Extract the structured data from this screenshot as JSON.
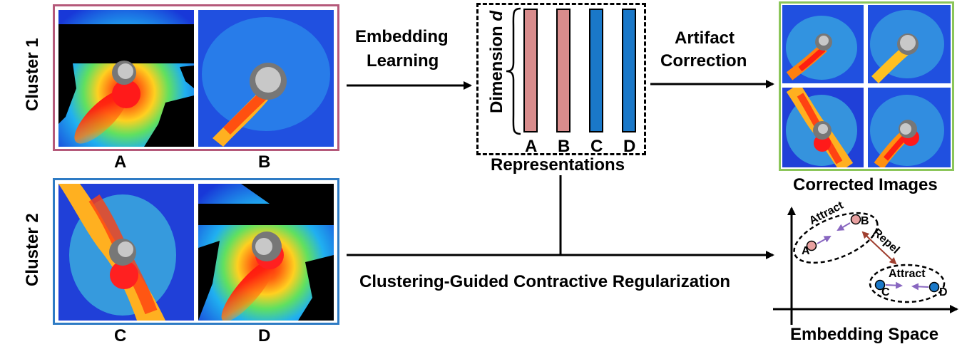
{
  "cluster1": {
    "label": "Cluster 1",
    "images": [
      "A",
      "B"
    ]
  },
  "cluster2": {
    "label": "Cluster 2",
    "images": [
      "C",
      "D"
    ]
  },
  "colors": {
    "cluster1_border": "#b5597a",
    "cluster2_border": "#2e7bc4",
    "corrected_border": "#8cc65a",
    "bar_pink": "#d88c8c",
    "bar_blue": "#1a78c8",
    "attract_arrow": "#8866c0",
    "repel_arrow": "#a04030"
  },
  "arrows": {
    "embedding_learning_line1": "Embedding",
    "embedding_learning_line2": "Learning",
    "artifact_correction_line1": "Artifact",
    "artifact_correction_line2": "Correction",
    "regularization": "Clustering-Guided Contractive Regularization"
  },
  "representations": {
    "dimension_label": "Dimension",
    "dimension_symbol": "d",
    "bars": [
      "A",
      "B",
      "C",
      "D"
    ],
    "caption": "Representations"
  },
  "corrected": {
    "caption": "Corrected Images"
  },
  "embedding": {
    "caption": "Embedding Space",
    "attract_top": "Attract",
    "attract_bottom": "Attract",
    "repel": "Repel",
    "points": [
      "A",
      "B",
      "C",
      "D"
    ]
  }
}
